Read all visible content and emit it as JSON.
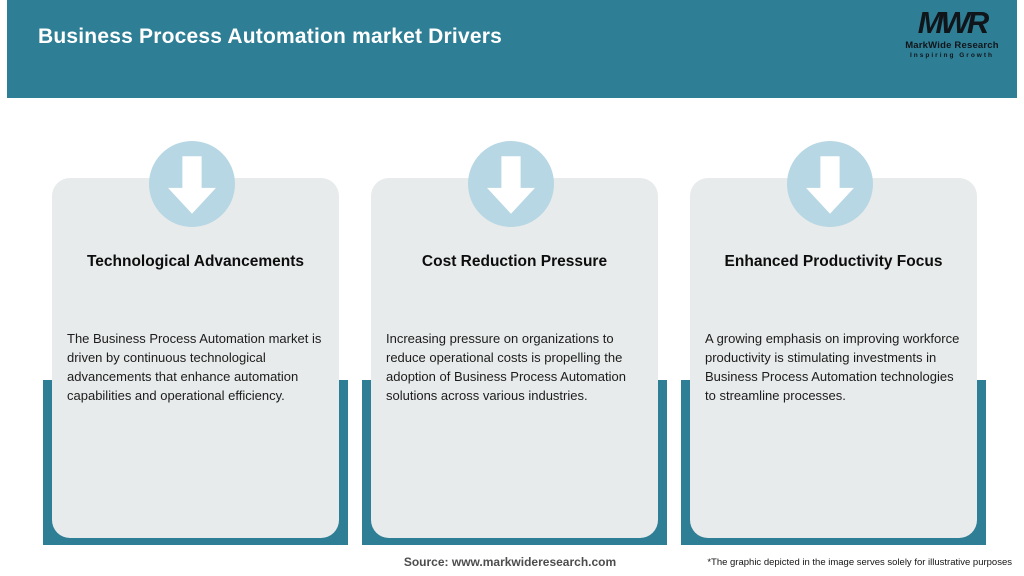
{
  "header": {
    "title": "Business Process Automation market Drivers"
  },
  "logo": {
    "monogram": "MWR",
    "name": "MarkWide Research",
    "tagline": "Inspiring Growth"
  },
  "cards": [
    {
      "icon": "arrow-down-icon",
      "title": "Technological Advancements",
      "body": "The Business Process Automation market is driven by continuous technological advancements that enhance automation capabilities and operational efficiency."
    },
    {
      "icon": "arrow-down-icon",
      "title": "Cost Reduction Pressure",
      "body": "Increasing pressure on organizations to reduce operational costs is propelling the adoption of Business Process Automation solutions across various industries."
    },
    {
      "icon": "arrow-down-icon",
      "title": "Enhanced Productivity Focus",
      "body": "A growing emphasis on improving workforce productivity is stimulating investments in Business Process Automation technologies to streamline processes."
    }
  ],
  "footer": {
    "source": "Source: www.markwideresearch.com",
    "disclaimer": "*The graphic depicted in the image serves solely for illustrative purposes"
  },
  "colors": {
    "teal": "#2E7E95",
    "card_bg": "#E8EBEB",
    "circle": "#B6D7E3",
    "arrow": "#FFFFFF"
  },
  "chart_data": {
    "type": "table",
    "title": "Business Process Automation market Drivers",
    "categories": [
      "Technological Advancements",
      "Cost Reduction Pressure",
      "Enhanced Productivity Focus"
    ],
    "values": [
      "The Business Process Automation market is driven by continuous technological advancements that enhance automation capabilities and operational efficiency.",
      "Increasing pressure on organizations to reduce operational costs is propelling the adoption of Business Process Automation solutions across various industries.",
      "A growing emphasis on improving workforce productivity is stimulating investments in Business Process Automation technologies to streamline processes."
    ],
    "source": "Source: www.markwideresearch.com"
  }
}
